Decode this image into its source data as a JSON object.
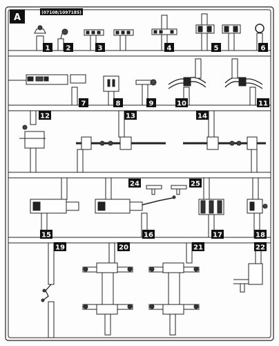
{
  "sprue": {
    "letter": "A",
    "code": "(07108/1097185)"
  },
  "parts": [
    {
      "number": "1"
    },
    {
      "number": "2"
    },
    {
      "number": "3"
    },
    {
      "number": "4"
    },
    {
      "number": "5"
    },
    {
      "number": "6"
    },
    {
      "number": "7"
    },
    {
      "number": "8"
    },
    {
      "number": "9"
    },
    {
      "number": "10"
    },
    {
      "number": "11"
    },
    {
      "number": "12"
    },
    {
      "number": "13"
    },
    {
      "number": "14"
    },
    {
      "number": "15"
    },
    {
      "number": "16"
    },
    {
      "number": "17"
    },
    {
      "number": "18"
    },
    {
      "number": "19"
    },
    {
      "number": "20"
    },
    {
      "number": "21"
    },
    {
      "number": "22"
    },
    {
      "number": "24"
    },
    {
      "number": "25"
    }
  ]
}
